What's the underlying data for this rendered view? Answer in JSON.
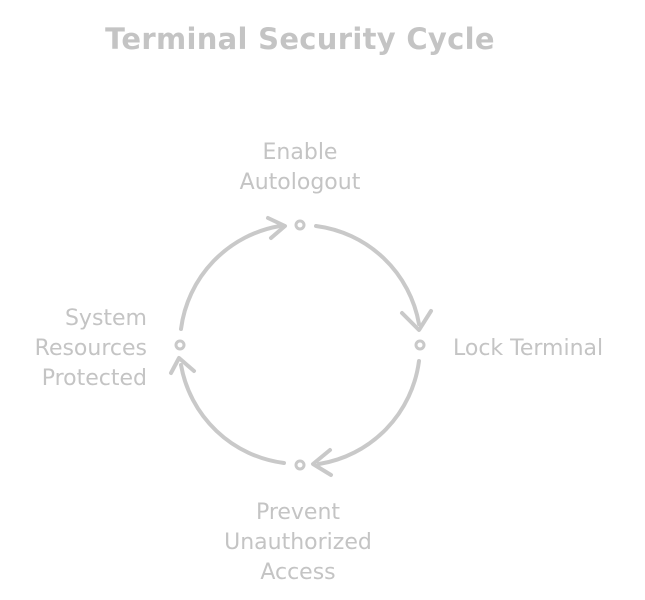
{
  "title": "Terminal Security Cycle",
  "colors": {
    "text": "#c4c4c4",
    "stroke": "#c9c9c9",
    "background": "#ffffff"
  },
  "steps": [
    {
      "lines": [
        "Enable",
        "Autologout"
      ]
    },
    {
      "lines": [
        "Lock Terminal"
      ]
    },
    {
      "lines": [
        "Prevent",
        "Unauthorized",
        "Access"
      ]
    },
    {
      "lines": [
        "System",
        "Resources",
        "Protected"
      ]
    }
  ]
}
